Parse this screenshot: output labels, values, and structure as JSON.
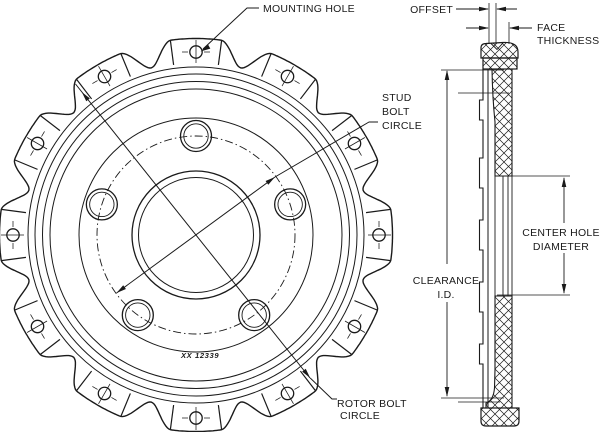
{
  "labels": {
    "mounting_hole": "MOUNTING HOLE",
    "offset": "OFFSET",
    "face_thickness": [
      "FACE",
      "THICKNESS"
    ],
    "stud_bolt_circle": [
      "STUD",
      "BOLT",
      "CIRCLE"
    ],
    "center_hole_diameter": [
      "CENTER HOLE",
      "DIAMETER"
    ],
    "clearance_id": [
      "CLEARANCE",
      "I.D."
    ],
    "rotor_bolt_circle": [
      "ROTOR BOLT",
      "CIRCLE"
    ],
    "part_number": "XX 12339"
  },
  "features": {
    "mounting_hole_count": 12,
    "stud_hole_count": 5
  },
  "colors": {
    "line": "#1a1a1a",
    "background": "#ffffff"
  }
}
